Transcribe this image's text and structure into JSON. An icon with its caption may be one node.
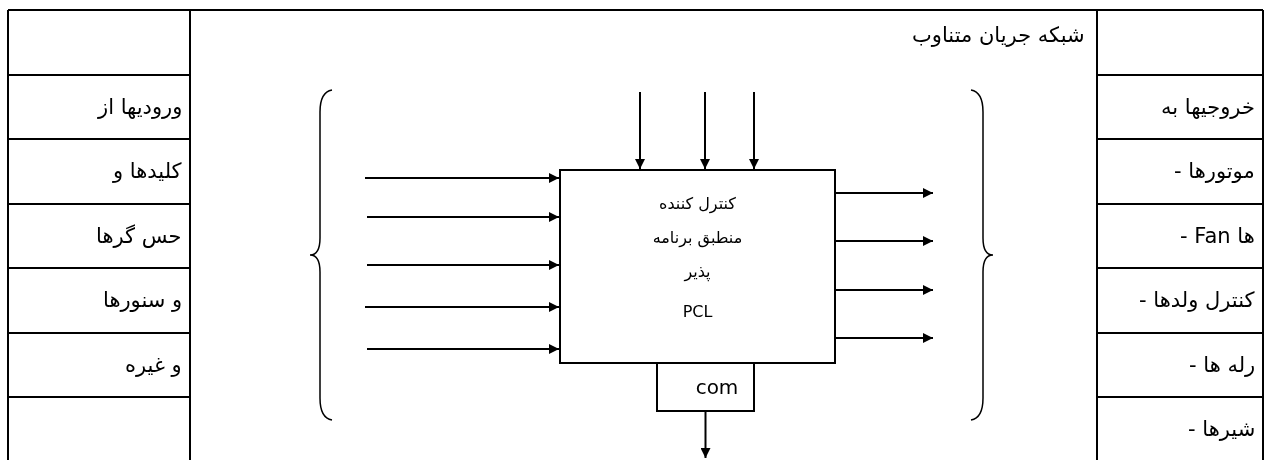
{
  "diagram": {
    "nodes": [
      {
        "text": [
          "کنترل کننده منطبق برنامه پذیر",
          "PCL"
        ]
      },
      {
        "text": [
          "com"
        ]
      }
    ],
    "edges": [
      {
        "from": null,
        "to": 0,
        "arrow": "to"
      },
      {
        "from": null,
        "to": 0,
        "arrow": "to"
      },
      {
        "from": null,
        "to": 0,
        "arrow": "to"
      },
      {
        "from": null,
        "to": 0,
        "arrow": "to"
      },
      {
        "from": null,
        "to": 0,
        "arrow": "to"
      },
      {
        "from": null,
        "to": 0,
        "arrow": "to"
      },
      {
        "from": null,
        "to": 0,
        "arrow": "to"
      },
      {
        "from": null,
        "to": 0,
        "arrow": "to"
      },
      {
        "from": 0,
        "to": null,
        "arrow": "to"
      },
      {
        "from": 0,
        "to": null,
        "arrow": "to"
      },
      {
        "from": 0,
        "to": null,
        "arrow": "to"
      },
      {
        "from": 0,
        "to": null,
        "arrow": "to"
      },
      {
        "from": 1,
        "to": null,
        "arrow": "to"
      }
    ],
    "labels": [
      "شبکه جریان متناوب",
      "ورودیها از",
      "خروجیها به",
      "کلیدها و",
      "- موتورها",
      "حس گرها",
      "- Fan ها",
      "و سنورها",
      "- کنترل ولدها",
      "و غیره",
      "- رله ها",
      "- شیرها"
    ]
  }
}
